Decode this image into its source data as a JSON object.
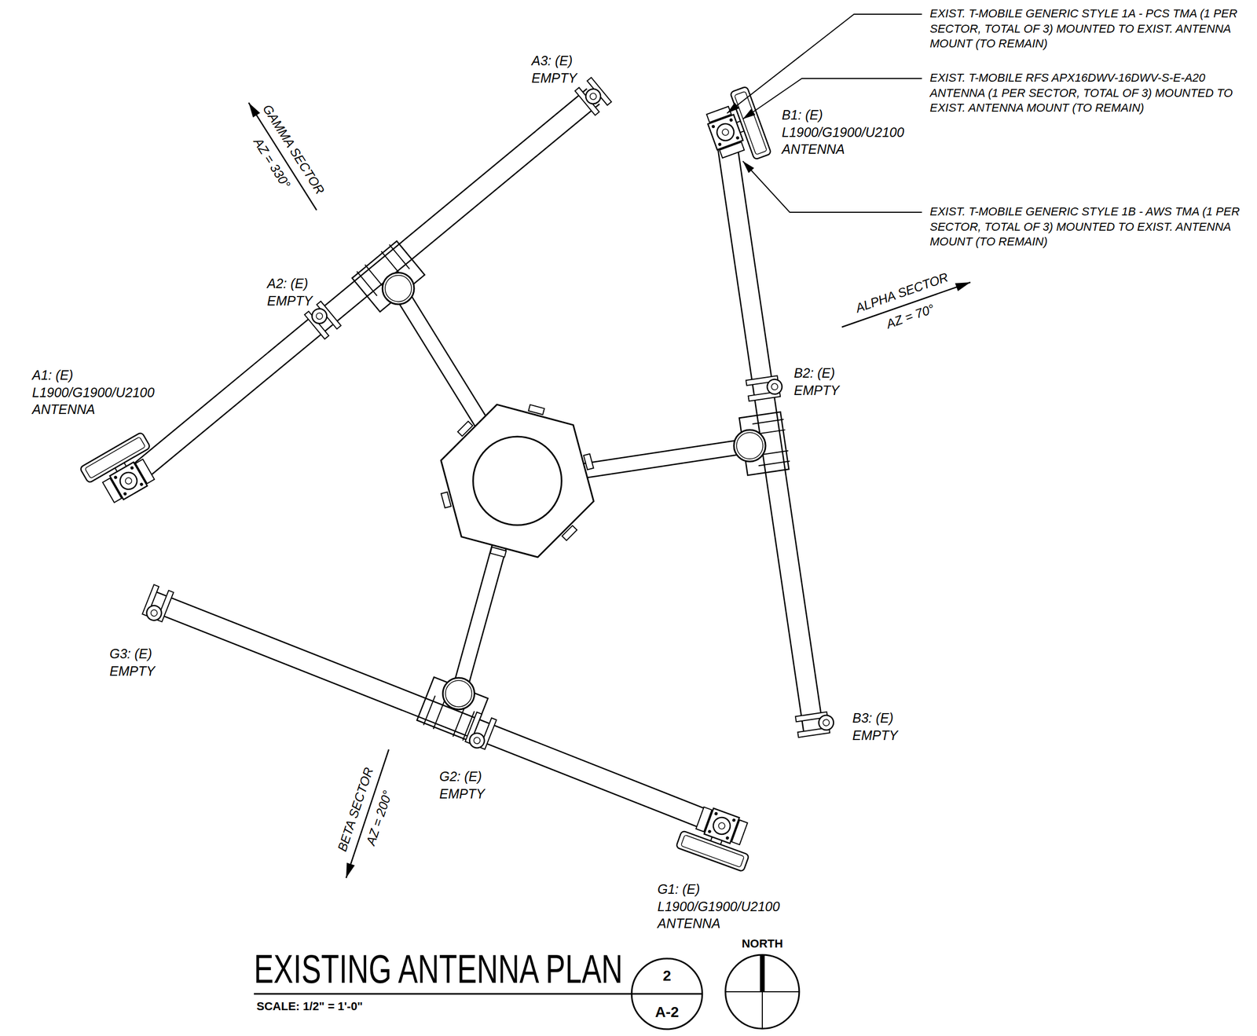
{
  "diagram": {
    "title": "EXISTING ANTENNA PLAN",
    "nodes": [
      {
        "text": [
          "2",
          "A-2"
        ]
      }
    ],
    "labels": [
      "EXIST. T-MOBILE GENERIC STYLE 1A - PCS TMA (1 PER SECTOR, TOTAL OF 3) MOUNTED TO EXIST. ANTENNA MOUNT (TO REMAIN)",
      "A3: (E) EMPTY",
      "EXIST. T-MOBILE RFS APX16DWV-16DWV-S-E-A20 ANTENNA (1 PER SECTOR, TOTAL OF 3) MOUNTED TO EXIST. ANTENNA MOUNT (TO REMAIN)",
      "B1: (E) L1900/G1900/U2100 ANTENNA",
      "GAMMA SECTOR",
      "AZ = 330°",
      "EXIST. T-MOBILE GENERIC STYLE 1B - AWS TMA (1 PER SECTOR, TOTAL OF 3) MOUNTED TO EXIST. ANTENNA MOUNT (TO REMAIN)",
      "A2: (E) EMPTY",
      "ALPHA SECTOR",
      "AZ = 70°",
      "B2: (E) EMPTY",
      "A1: (E) L1900/G1900/U2100 ANTENNA",
      "G3: (E) EMPTY",
      "B3: (E) EMPTY",
      "G2: (E) EMPTY",
      "BETA SECTOR",
      "AZ = 200°",
      "G1: (E) L1900/G1900/U2100 ANTENNA",
      "SCALE: 1/2\" = 1'-0\"",
      "NORTH"
    ]
  }
}
